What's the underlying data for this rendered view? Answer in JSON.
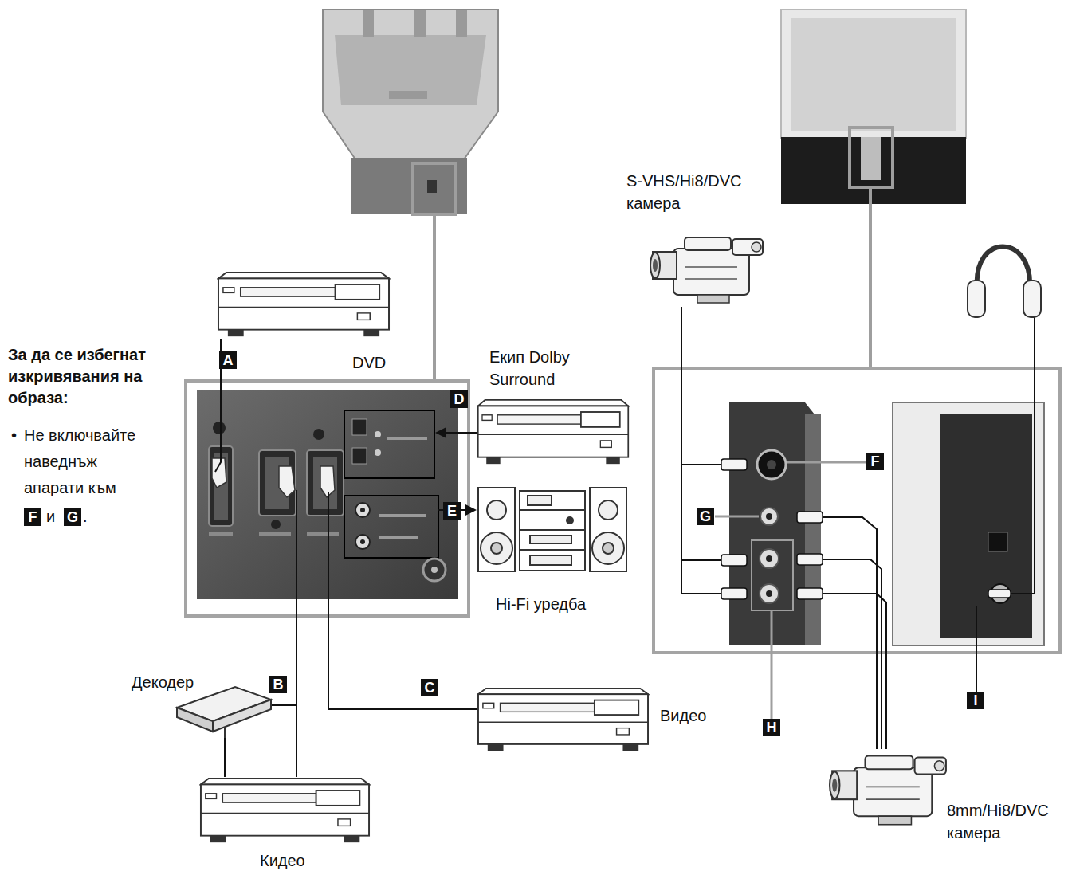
{
  "diagram": {
    "nodes": [
      {
        "text": [
          "DVD"
        ]
      },
      {
        "text": [
          "Екип Dolby Surround"
        ]
      },
      {
        "text": [
          "Hi-Fi уредба"
        ]
      },
      {
        "text": [
          "Декодер"
        ]
      },
      {
        "text": [
          "Видео"
        ]
      },
      {
        "text": [
          "Кидео"
        ]
      },
      {
        "text": [
          "S-VHS/Hi8/DVC камера"
        ]
      },
      {
        "text": [
          "8mm/Hi8/DVC камера"
        ]
      }
    ],
    "edges": [
      {
        "from": 3,
        "to": 5,
        "arrow": "none"
      }
    ],
    "labels": [
      "За да се избегнат изкривявания на образа:",
      "•",
      "Не включвайте наведнъж апарати към",
      "F",
      "и",
      "G",
      ".",
      "A",
      "B",
      "C",
      "D",
      "E",
      "F",
      "G",
      "H",
      "I"
    ]
  }
}
